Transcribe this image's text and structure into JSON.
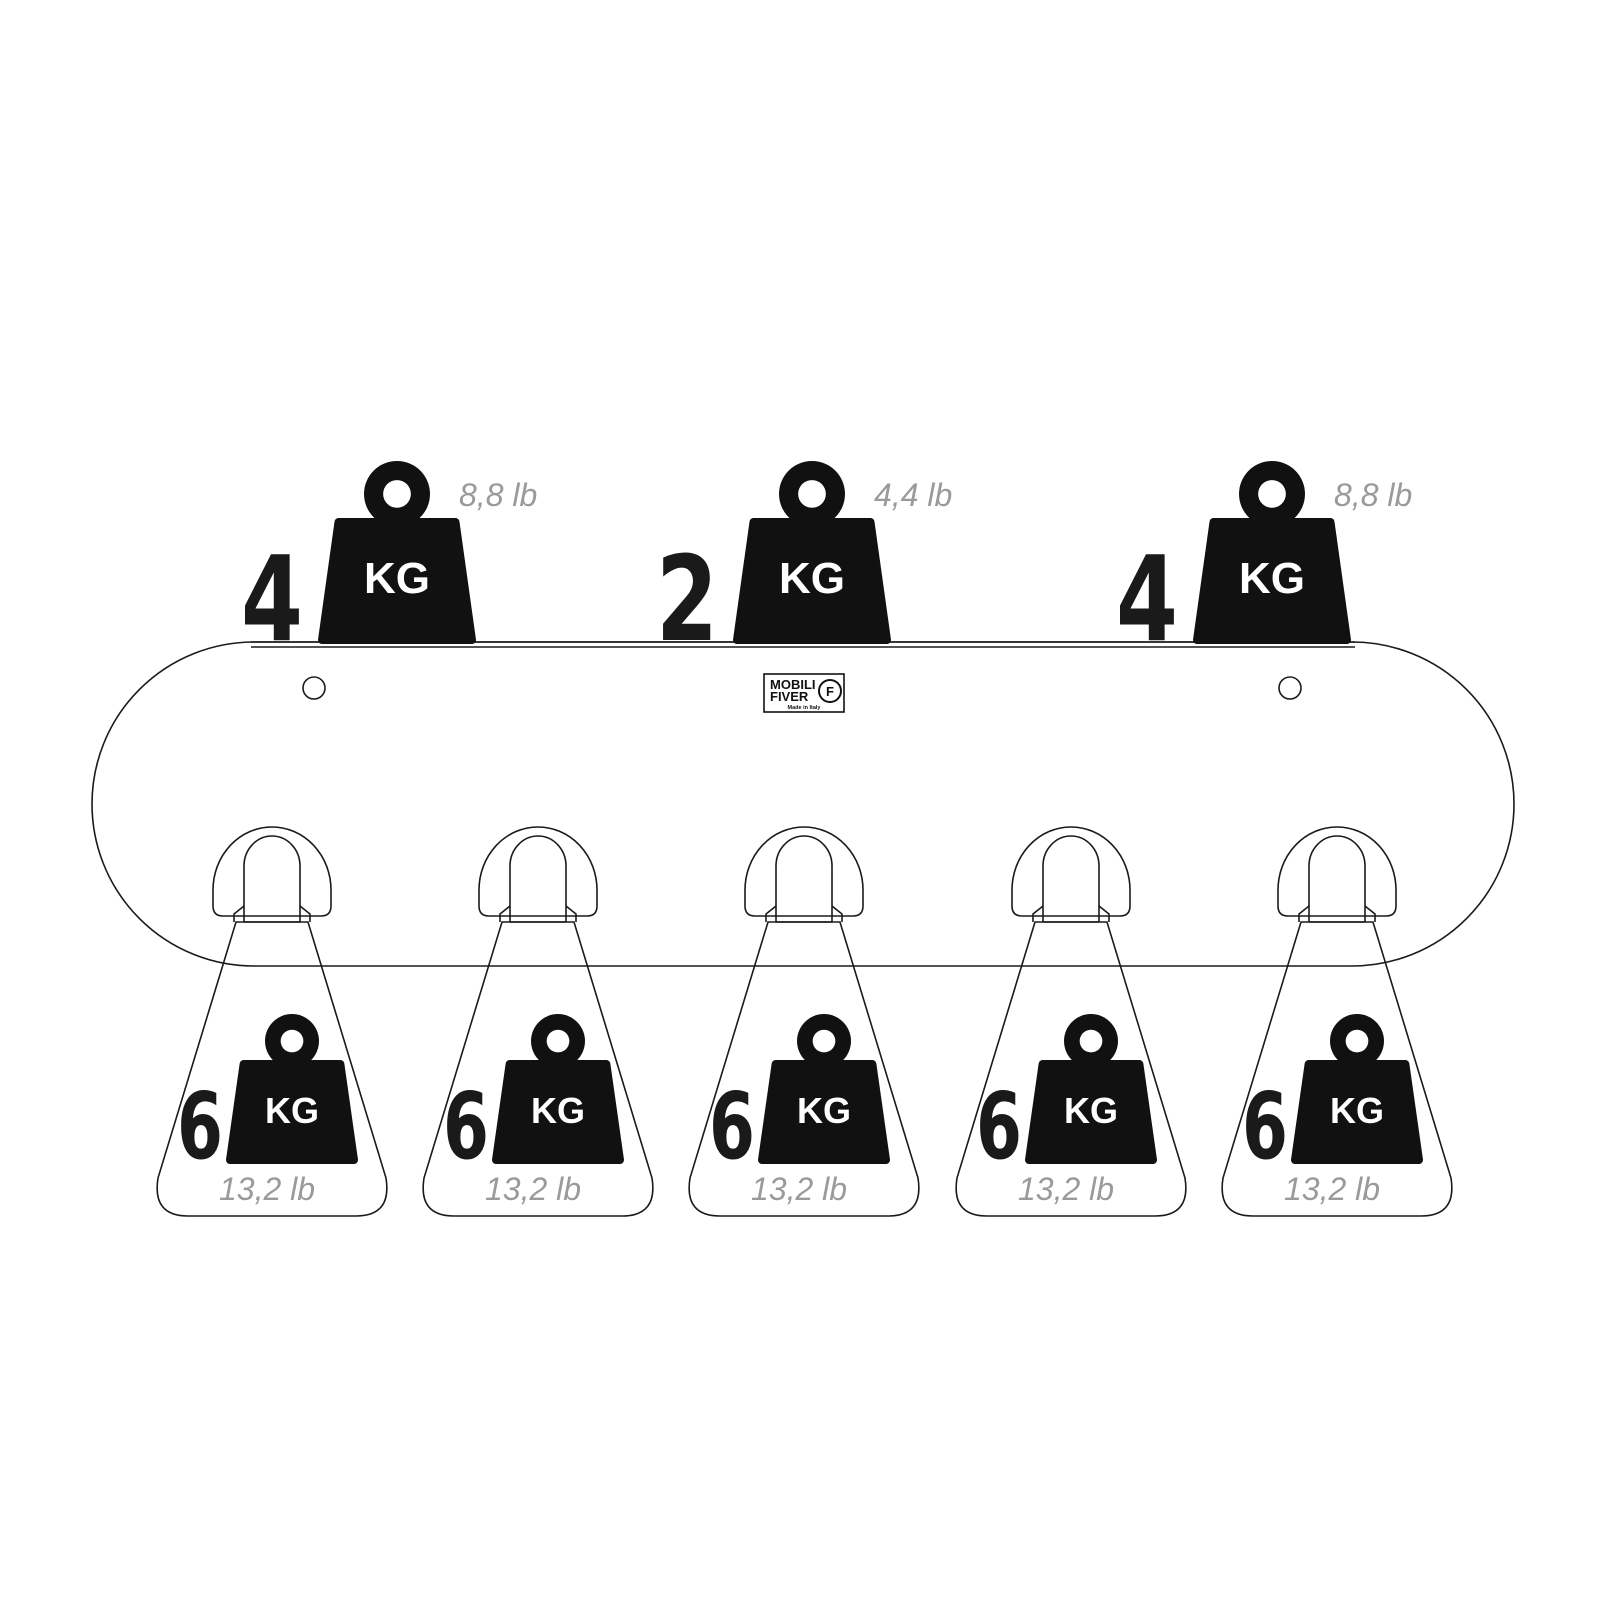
{
  "top_weights": [
    {
      "number": "4",
      "unit": "KG",
      "pounds": "8,8 lb"
    },
    {
      "number": "2",
      "unit": "KG",
      "pounds": "4,4 lb"
    },
    {
      "number": "4",
      "unit": "KG",
      "pounds": "8,8 lb"
    }
  ],
  "hook_weights": [
    {
      "number": "6",
      "unit": "KG",
      "pounds": "13,2 lb"
    },
    {
      "number": "6",
      "unit": "KG",
      "pounds": "13,2 lb"
    },
    {
      "number": "6",
      "unit": "KG",
      "pounds": "13,2 lb"
    },
    {
      "number": "6",
      "unit": "KG",
      "pounds": "13,2 lb"
    },
    {
      "number": "6",
      "unit": "KG",
      "pounds": "13,2 lb"
    }
  ],
  "logo": {
    "line1": "MOBILI",
    "line2": "FIVER",
    "tagline": "Made in Italy",
    "mark": "F"
  },
  "colors": {
    "ink": "#1a1a1a",
    "weight_fill": "#111111",
    "pound_text": "#9a9a9a",
    "background": "#ffffff"
  }
}
